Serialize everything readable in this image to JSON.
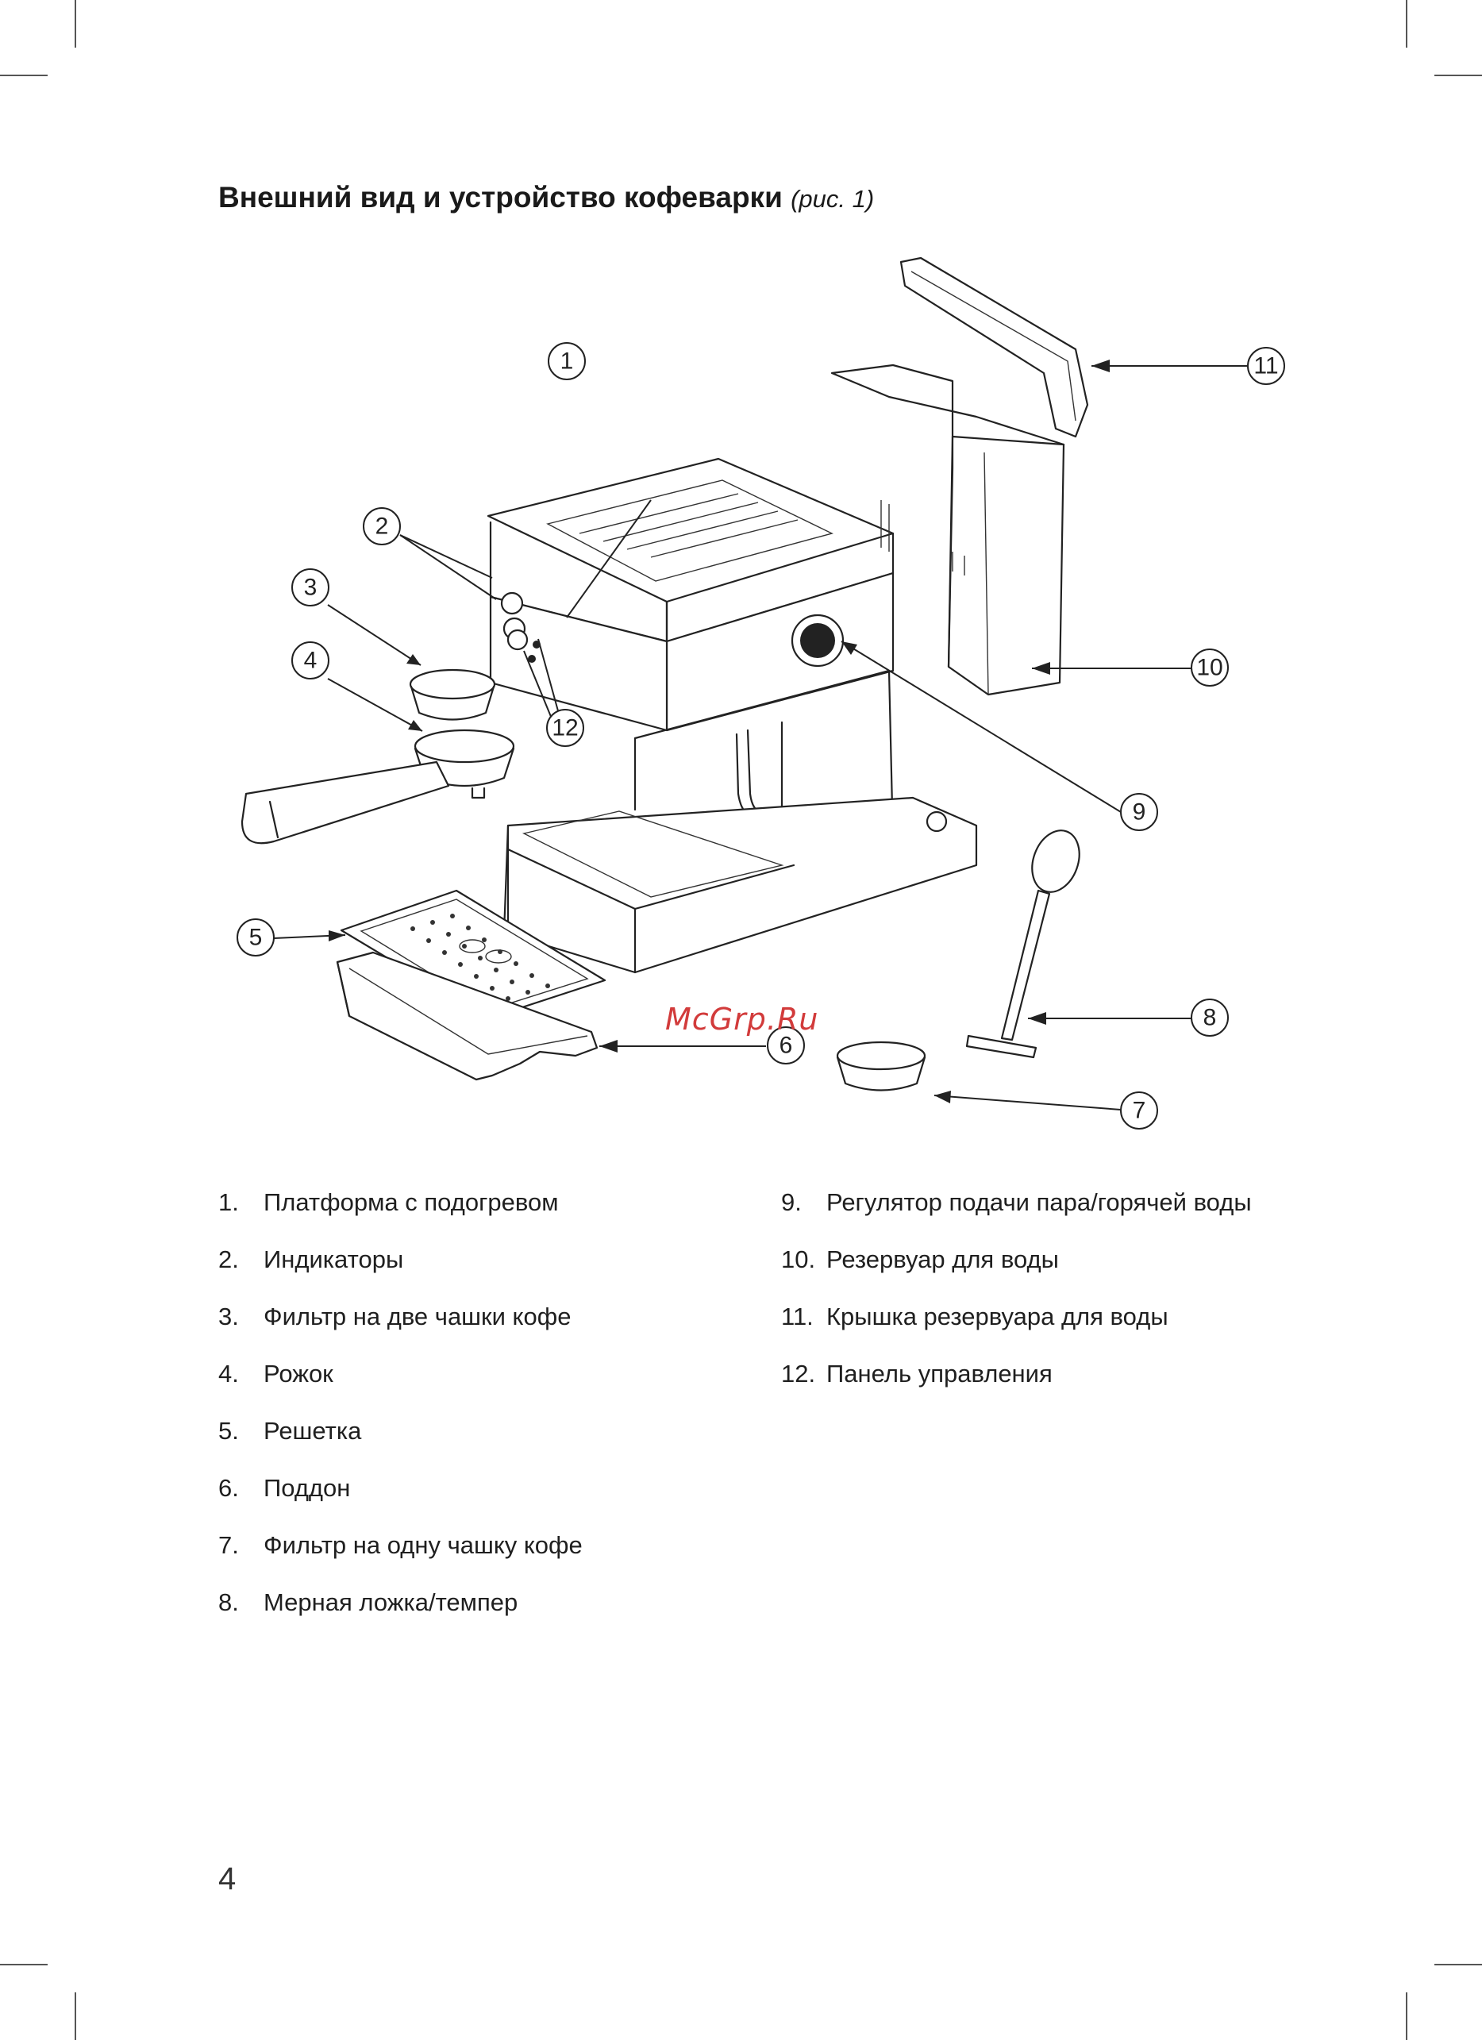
{
  "header": {
    "title": "Внешний вид и устройство кофеварки",
    "title_note": "(рис. 1)"
  },
  "figure": {
    "callouts": [
      "1",
      "2",
      "3",
      "4",
      "5",
      "6",
      "7",
      "8",
      "9",
      "10",
      "11",
      "12"
    ],
    "watermark": "McGrp.Ru"
  },
  "parts_left": [
    {
      "num": "1.",
      "label": "Платформа с подогревом"
    },
    {
      "num": "2.",
      "label": "Индикаторы"
    },
    {
      "num": "3.",
      "label": "Фильтр на две чашки кофе"
    },
    {
      "num": "4.",
      "label": "Рожок"
    },
    {
      "num": "5.",
      "label": "Решетка"
    },
    {
      "num": "6.",
      "label": "Поддон"
    },
    {
      "num": "7.",
      "label": "Фильтр на одну чашку кофе"
    },
    {
      "num": "8.",
      "label": "Мерная ложка/темпер"
    }
  ],
  "parts_right": [
    {
      "num": "9.",
      "label": "Регулятор подачи пара/горячей воды"
    },
    {
      "num": "10.",
      "label": "Резервуар для воды"
    },
    {
      "num": "11.",
      "label": "Крышка резервуара для воды"
    },
    {
      "num": "12.",
      "label": "Панель управления"
    }
  ],
  "footer": {
    "page_number": "4"
  },
  "colors": {
    "text": "#1a1a1a",
    "watermark": "#d23b3b",
    "line_art": "#222222"
  }
}
